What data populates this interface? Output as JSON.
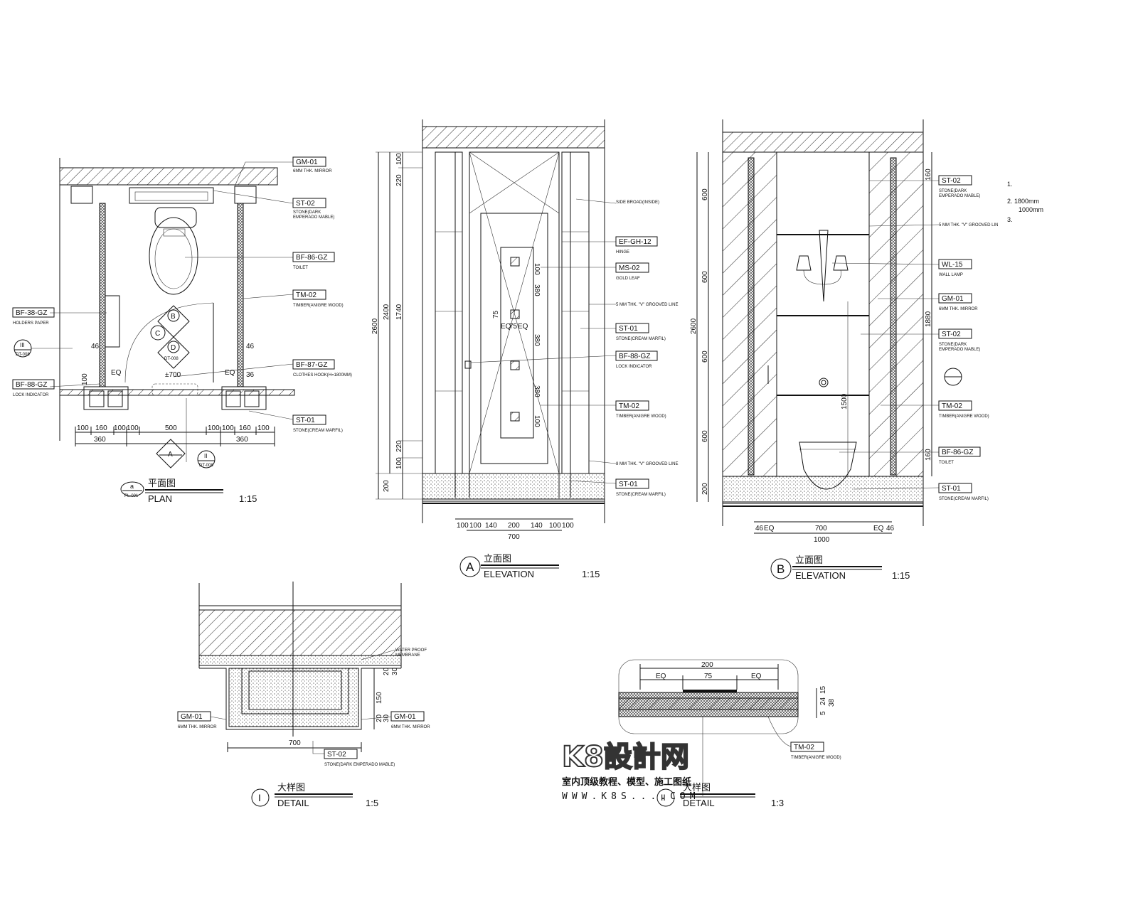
{
  "tags": {
    "gm01_top": {
      "code": "GM-01",
      "desc": "6MM THK. MIRROR"
    },
    "st02_top": {
      "code": "ST-02",
      "desc": "STONE(DARK",
      "desc2": "EMPERADO MABLE)"
    },
    "bf86": {
      "code": "BF-86-GZ",
      "desc": "TOILET"
    },
    "tm02_plan": {
      "code": "TM-02",
      "desc": "TIMBER(ANIGRE WOOD)"
    },
    "bf38": {
      "code": "BF-38-GZ",
      "desc": "HOLDERS PAPER"
    },
    "bf87": {
      "code": "BF-87-GZ",
      "desc": "CLOTHES HOOK(H=1800MM)"
    },
    "bf88_plan": {
      "code": "BF-88-GZ",
      "desc": "LOCK INDICATOR"
    },
    "st01_plan": {
      "code": "ST-01",
      "desc": "STONE(CREAM MARFIL)"
    },
    "side_broad": {
      "desc": "SIDE BROAD(INSIDE)"
    },
    "efgh12": {
      "code": "EF-GH-12",
      "desc": "HINGE"
    },
    "ms02": {
      "code": "MS-02",
      "desc": "GOLD LEAF"
    },
    "groove_a1": {
      "desc": "5 MM THK. \"V\" GROOVED LINE"
    },
    "st01_a1": {
      "code": "ST-01",
      "desc": "STONE(CREAM MARFIL)"
    },
    "bf88_a": {
      "code": "BF-88-GZ",
      "desc": "LOCK INDICATOR"
    },
    "tm02_a": {
      "code": "TM-02",
      "desc": "TIMBER(ANIGRE WOOD)"
    },
    "groove_a2": {
      "desc": "8 MM THK. \"V\" GROOVED LINE"
    },
    "st01_a2": {
      "code": "ST-01",
      "desc": "STONE(CREAM MARFIL)"
    },
    "st02_b1": {
      "code": "ST-02",
      "desc": "STONE(DARK",
      "desc2": "EMPERADO MABLE)"
    },
    "groove_b": {
      "desc": "5 MM THK. \"V\" GROOVED LIN"
    },
    "wl15": {
      "code": "WL-15",
      "desc": "WALL LAMP"
    },
    "gm01_b": {
      "code": "GM-01",
      "desc": "6MM THK. MIRROR"
    },
    "st02_b2": {
      "code": "ST-02",
      "desc": "STONE(DARK",
      "desc2": "EMPERADO MABLE)"
    },
    "tm02_b": {
      "code": "TM-02",
      "desc": "TIMBER(ANIGRE WOOD)"
    },
    "bf86_b": {
      "code": "BF-86-GZ",
      "desc": "TOILET"
    },
    "st01_b": {
      "code": "ST-01",
      "desc": "STONE(CREAM MARFIL)"
    },
    "waterproof": {
      "desc": "WATER PROOF",
      "desc2": "MEMBRANE"
    },
    "gm01_d1": {
      "code": "GM-01",
      "desc": "6MM THK. MIRROR"
    },
    "gm01_d2": {
      "code": "GM-01",
      "desc": "6MM THK. MIRROR"
    },
    "st02_d": {
      "code": "ST-02",
      "desc": "STONE(DARK EMPERADO MABLE)"
    },
    "tm02_d2": {
      "code": "TM-02",
      "desc": "TIMBER(ANIGRE WOOD)"
    }
  },
  "notes": {
    "n1": "1.",
    "n2": "2.    1800mm",
    "n2b": "1000mm",
    "n3": "3."
  },
  "titles": {
    "plan": {
      "mark": "a",
      "ref": "PL-001",
      "cn": "平面图",
      "en": "PLAN",
      "scale": "1:15"
    },
    "elevA": {
      "mark": "A",
      "cn": "立面图",
      "en": "ELEVATION",
      "scale": "1:15"
    },
    "elevB": {
      "mark": "B",
      "cn": "立面图",
      "en": "ELEVATION",
      "scale": "1:15"
    },
    "det1": {
      "mark": "I",
      "cn": "大样图",
      "en": "DETAIL",
      "scale": "1:5"
    },
    "det2": {
      "mark": "II",
      "cn": "大样图",
      "en": "DETAIL",
      "scale": "1:3"
    }
  },
  "markers": {
    "b": "B",
    "c": "C",
    "d": "D",
    "dt008": "DT-008",
    "a": "A",
    "ii": "II",
    "i": "III"
  },
  "dims": {
    "plan": [
      "100",
      "160",
      "100",
      "100",
      "500",
      "100",
      "100",
      "160",
      "100"
    ],
    "plan2": [
      "360",
      "360"
    ],
    "plan_misc": {
      "eq1": "EQ",
      "eq2": "EQ",
      "pm700": "±700",
      "d46a": "46",
      "d46b": "46",
      "d36": "36",
      "d100": "100"
    },
    "elevA_h": [
      "100",
      "100",
      "140",
      "200",
      "140",
      "100",
      "100"
    ],
    "elevA_700": "700",
    "elevA_v": [
      "100",
      "220",
      "1740",
      "220",
      "100",
      "200"
    ],
    "elevA_tot": [
      "2400",
      "2600"
    ],
    "elevA_in": [
      "100",
      "380",
      "380",
      "380",
      "100"
    ],
    "elevA_75": [
      "75",
      "EQ",
      "75",
      "EQ"
    ],
    "elevB_h": [
      "46",
      "EQ",
      "700",
      "EQ",
      "46"
    ],
    "elevB_1000": "1000",
    "elevB_v": [
      "600",
      "600",
      "600",
      "600",
      "200"
    ],
    "elevB_tot": "2600",
    "elevB_r": [
      "160",
      "1880",
      "160"
    ],
    "elevB_1500": "1500",
    "det1": {
      "w": "700",
      "h": "150",
      "a": "20",
      "b": "30",
      "c": "20",
      "d": "30"
    },
    "det2": {
      "w": "200",
      "eq1": "EQ",
      "m": "75",
      "eq2": "EQ",
      "v": [
        "15",
        "24",
        "5",
        "38"
      ]
    }
  },
  "watermark": {
    "logo": "K8設計网",
    "line1": "室内顶级教程、模型、施工图纸",
    "line2": "WWW.K8S....COM"
  }
}
